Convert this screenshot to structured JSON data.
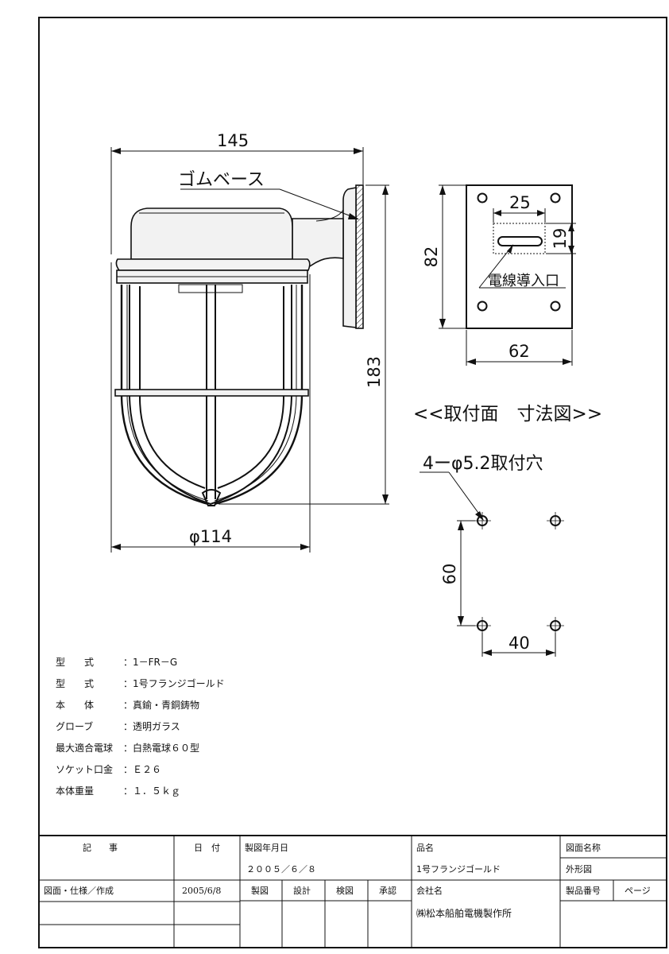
{
  "dimensions": {
    "width_total": "145",
    "height_total": "183",
    "globe_diameter": "φ114",
    "plate_height": "82",
    "plate_width": "62",
    "slot_width": "25",
    "slot_height": "19",
    "hole_vertical": "60",
    "hole_horizontal": "40"
  },
  "labels": {
    "rubber_base": "ゴムベース",
    "cable_entry": "電線導入口",
    "mount_title": "<<取付面　寸法図>>",
    "holes": "4ーφ5.2取付穴"
  },
  "specs": [
    {
      "key": "型　　式",
      "value": "：1－FR－G"
    },
    {
      "key": "型　　式",
      "value": "：1号フランジゴールド"
    },
    {
      "key": "本　　体",
      "value": "：真鍮・青銅鋳物"
    },
    {
      "key": "グローブ",
      "value": "：透明ガラス"
    },
    {
      "key": "最大適合電球",
      "value": "：白熱電球６０型"
    },
    {
      "key": "ソケット口金",
      "value": "：Ｅ２６"
    },
    {
      "key": "本体重量",
      "value": "：１．５ｋｇ"
    }
  ],
  "title_block": {
    "kiji": "記　　事",
    "hizuke": "日　付",
    "seizu_date_label": "製図年月日",
    "seizu_date_value": "２００５／６／８",
    "hinmei_label": "品名",
    "hinmei_value": "1号フランジゴールド",
    "zumen_label": "図面名称",
    "zumen_value": "外形図",
    "row_desc": "図面・仕様／作成",
    "row_date": "2005/6/8",
    "seizu": "製図",
    "sekkei": "設計",
    "kenzu": "検図",
    "shonin": "承認",
    "company_label": "会社名",
    "company_value": "㈱松本船舶電機製作所",
    "product_no": "製品番号",
    "page": "ページ"
  }
}
